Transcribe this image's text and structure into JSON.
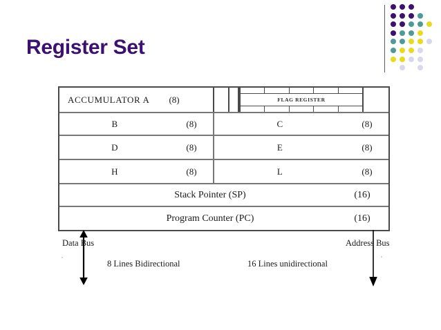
{
  "slide": {
    "title": "Register Set",
    "title_color": "#3B1070",
    "background": "#FFFFFF"
  },
  "logo": {
    "name": "decorative-dot-grid",
    "divider_color": "#5A5A6E",
    "colors": {
      "purple": "#3B1070",
      "teal": "#4E9A99",
      "yellow": "#E8DB1E",
      "lavender": "#D8D8EC"
    },
    "dots": [
      {
        "col": 0,
        "row": 0,
        "color": "#3B1070"
      },
      {
        "col": 1,
        "row": 0,
        "color": "#3B1070"
      },
      {
        "col": 2,
        "row": 0,
        "color": "#3B1070"
      },
      {
        "col": 0,
        "row": 1,
        "color": "#3B1070"
      },
      {
        "col": 1,
        "row": 1,
        "color": "#3B1070"
      },
      {
        "col": 2,
        "row": 1,
        "color": "#3B1070"
      },
      {
        "col": 3,
        "row": 1,
        "color": "#4E9A99"
      },
      {
        "col": 0,
        "row": 2,
        "color": "#3B1070"
      },
      {
        "col": 1,
        "row": 2,
        "color": "#3B1070"
      },
      {
        "col": 2,
        "row": 2,
        "color": "#4E9A99"
      },
      {
        "col": 3,
        "row": 2,
        "color": "#4E9A99"
      },
      {
        "col": 4,
        "row": 2,
        "color": "#E8DB1E"
      },
      {
        "col": 0,
        "row": 3,
        "color": "#3B1070"
      },
      {
        "col": 1,
        "row": 3,
        "color": "#4E9A99"
      },
      {
        "col": 2,
        "row": 3,
        "color": "#4E9A99"
      },
      {
        "col": 3,
        "row": 3,
        "color": "#E8DB1E"
      },
      {
        "col": 0,
        "row": 4,
        "color": "#4E9A99"
      },
      {
        "col": 1,
        "row": 4,
        "color": "#4E9A99"
      },
      {
        "col": 2,
        "row": 4,
        "color": "#E8DB1E"
      },
      {
        "col": 3,
        "row": 4,
        "color": "#E8DB1E"
      },
      {
        "col": 4,
        "row": 4,
        "color": "#D8D8EC"
      },
      {
        "col": 0,
        "row": 5,
        "color": "#4E9A99"
      },
      {
        "col": 1,
        "row": 5,
        "color": "#E8DB1E"
      },
      {
        "col": 2,
        "row": 5,
        "color": "#E8DB1E"
      },
      {
        "col": 3,
        "row": 5,
        "color": "#D8D8EC"
      },
      {
        "col": 0,
        "row": 6,
        "color": "#E8DB1E"
      },
      {
        "col": 1,
        "row": 6,
        "color": "#E8DB1E"
      },
      {
        "col": 2,
        "row": 6,
        "color": "#D8D8EC"
      },
      {
        "col": 3,
        "row": 6,
        "color": "#D8D8EC"
      },
      {
        "col": 1,
        "row": 7,
        "color": "#D8D8EC"
      },
      {
        "col": 3,
        "row": 7,
        "color": "#D8D8EC"
      }
    ]
  },
  "register_table": {
    "accumulator_row": {
      "name": "ACCUMULATOR  A",
      "width": "(8)",
      "flag_register_label": "FLAG REGISTER",
      "flag_cell_count": 5
    },
    "pair_rows": [
      {
        "left_name": "B",
        "left_width": "(8)",
        "right_name": "C",
        "right_width": "(8)"
      },
      {
        "left_name": "D",
        "left_width": "(8)",
        "right_name": "E",
        "right_width": "(8)"
      },
      {
        "left_name": "H",
        "left_width": "(8)",
        "right_name": "L",
        "right_width": "(8)"
      }
    ],
    "wide_rows": [
      {
        "label": "Stack Pointer (SP)",
        "width": "(16)"
      },
      {
        "label": "Program Counter (PC)",
        "width": "(16)"
      }
    ]
  },
  "buses": {
    "data_bus": {
      "label": "Data Bus",
      "description": "8 Lines Bidirectional",
      "arrow": "bidirectional-vertical"
    },
    "address_bus": {
      "label": "Address Bus",
      "description": "16 Lines unidirectional",
      "arrow": "down-vertical"
    }
  }
}
